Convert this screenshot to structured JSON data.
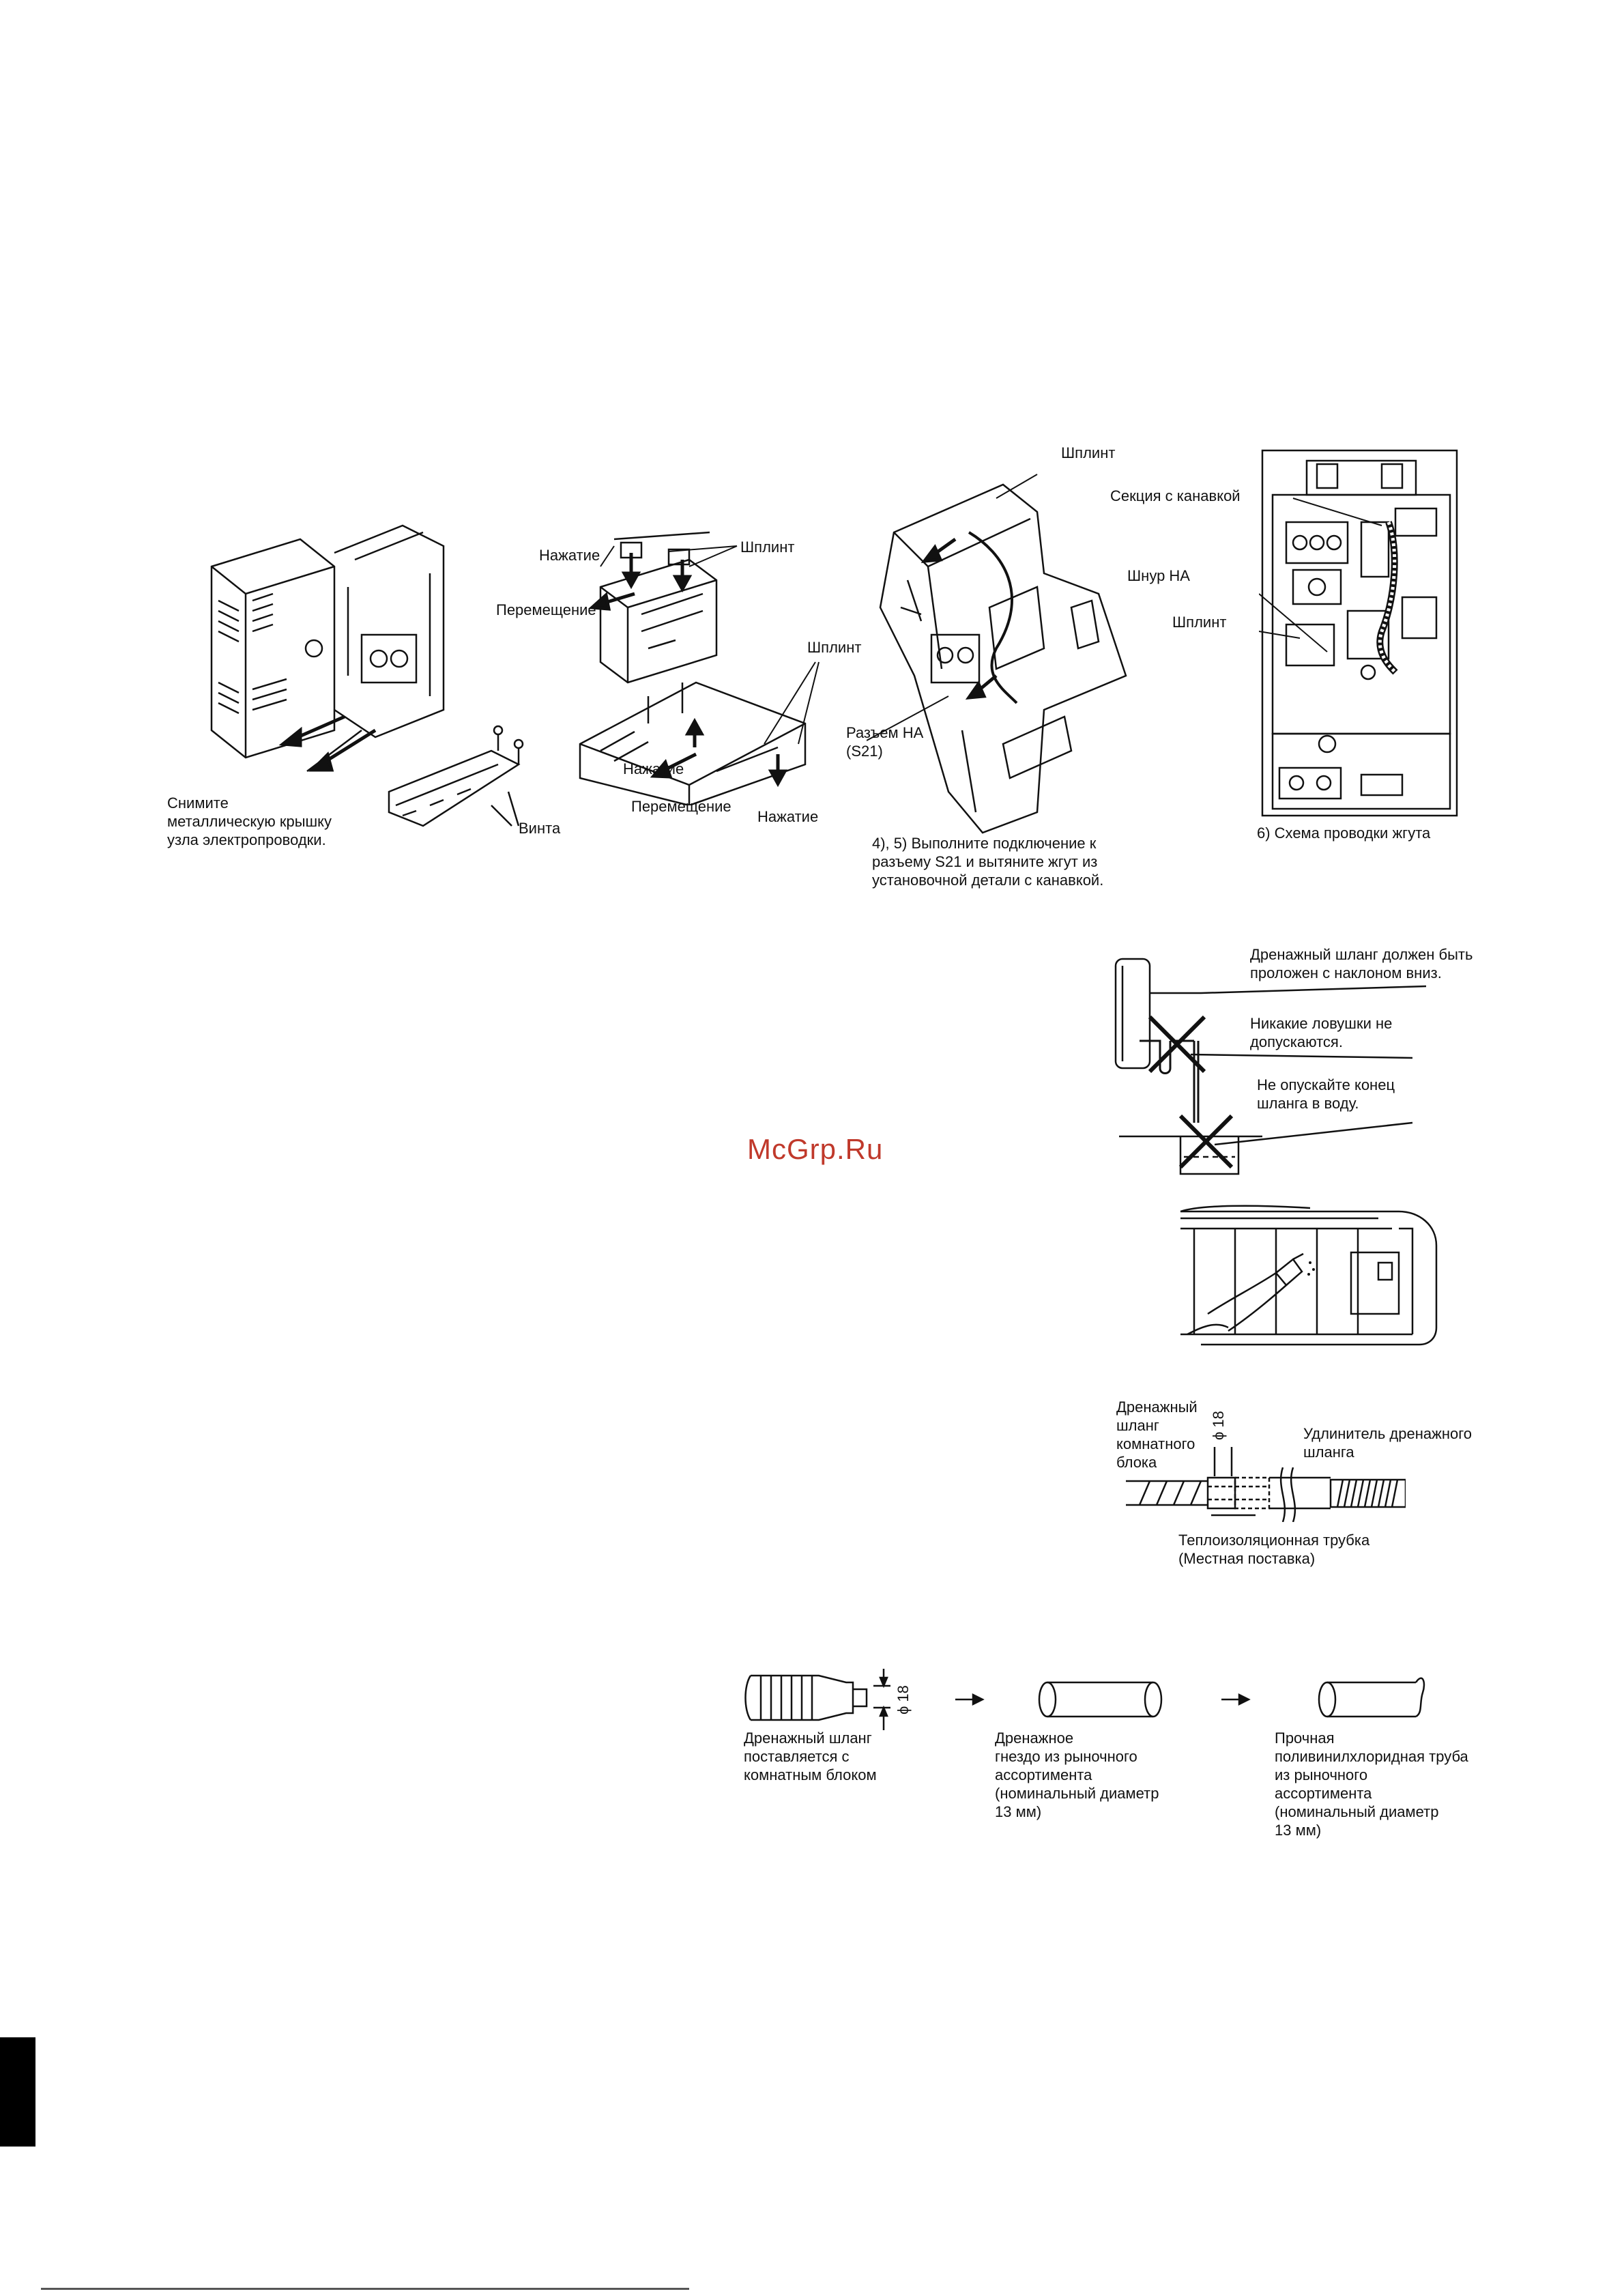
{
  "fig1": {
    "remove_cover_caption": "Снимите\nметаллическую крышку\nузла электропроводки.",
    "screws_label": "Винта"
  },
  "fig2": {
    "press_top": "Нажатие",
    "move_top": "Перемещение",
    "pin_top": "Шплинт",
    "pin_right": "Шплинт",
    "press_mid": "Нажатие",
    "move_bottom": "Перемещение",
    "press_bottom": "Нажатие"
  },
  "fig3": {
    "pin_label": "Шплинт",
    "connector_label": "Разъем HA\n(S21)",
    "step_caption": "4), 5)  Выполните подключение к\n            разъему S21 и вытяните жгут из\n            установочной детали с канавкой."
  },
  "fig4": {
    "groove_label": "Секция с канавкой",
    "cord_label": "Шнур HA",
    "pin_label": "Шплинт",
    "caption": "6)  Схема проводки жгута"
  },
  "drain_rules": {
    "slope": "Дренажный шланг должен быть\nпроложен с наклоном вниз.",
    "no_traps": "Никакие ловушки не\nдопускаются.",
    "no_water": "Не опускайте конец\nшланга в воду."
  },
  "extension": {
    "indoor_hose": "Дренажный\nшланг\nкомнатного\nблока",
    "diameter": "ϕ 18",
    "extension_label": "Удлинитель дренажного\nшланга",
    "insulation": "Теплоизоляционная трубка\n(Местная поставка)"
  },
  "pipes": {
    "diameter": "ϕ 18",
    "supplied_hose": "Дренажный шланг\nпоставляется с\nкомнатным блоком",
    "drain_socket": "Дренажное\nгнездо из рыночного\nассортимента\n(номинальный диаметр\n13 мм)",
    "pvc_pipe": "Прочная\nполивинилхлоридная труба\nиз рыночного\nассортимента\n(номинальный диаметр\n13 мм)"
  },
  "watermark": "McGrp.Ru"
}
